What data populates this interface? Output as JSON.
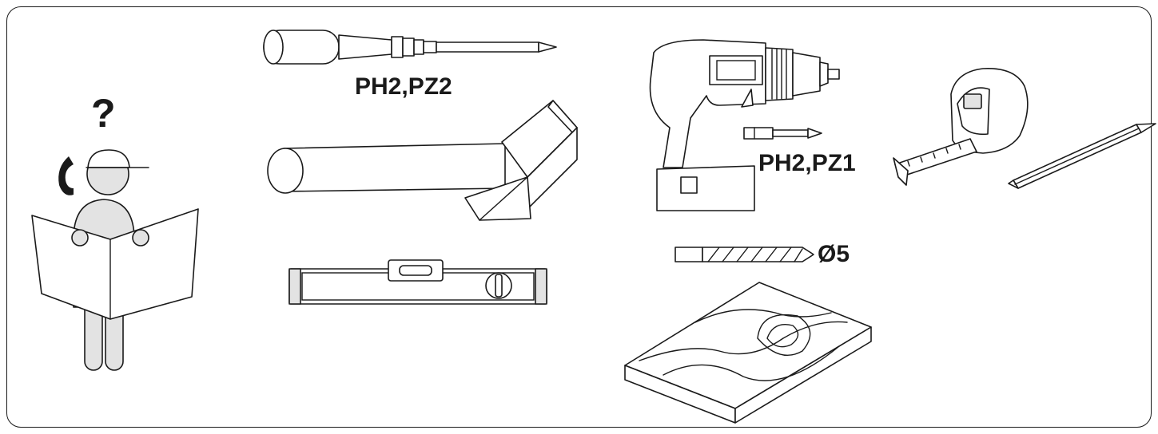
{
  "labels": {
    "screwdriver_bit": "PH2,PZ2",
    "drill_bit_size": "PH2,PZ1",
    "drill_diameter": "Ø5",
    "question": "?"
  },
  "icons": [
    "person-reading-instructions-icon",
    "phone-icon",
    "screwdriver-icon",
    "hammer-icon",
    "spirit-level-icon",
    "cordless-drill-icon",
    "screwdriver-bit-icon",
    "tape-measure-icon",
    "pencil-icon",
    "drill-bit-icon",
    "wood-board-icon"
  ],
  "colors": {
    "line": "#1a1a1a",
    "fill_grey": "#e3e3e3",
    "background": "#ffffff"
  }
}
